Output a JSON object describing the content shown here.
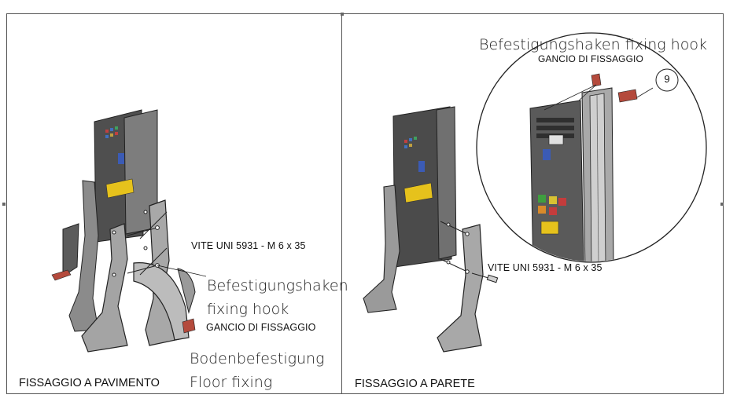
{
  "left_panel": {
    "title": "FISSAGGIO A PAVIMENTO",
    "screw_label": "VITE UNI 5931 - M 6 x  35",
    "hook_label_de": "Befestigungshaken",
    "hook_label_en": "fixing hook",
    "hook_label_it": "GANCIO DI FISSAGGIO",
    "floor_label_de": "Bodenbefestigung",
    "floor_label_en": "Floor fixing"
  },
  "right_panel": {
    "title": "FISSAGGIO A PARETE",
    "screw_label": "VITE UNI 5931 - M 6 x  35",
    "hook_label": "Befestigungshaken fixing hook",
    "hook_label_it": "GANCIO DI FISSAGGIO",
    "callout_number": "9"
  },
  "colors": {
    "panel_dark": "#4a4a4a",
    "panel_mid": "#8a8a8a",
    "panel_light": "#c9c9c9",
    "hook_red": "#b44a3c"
  }
}
